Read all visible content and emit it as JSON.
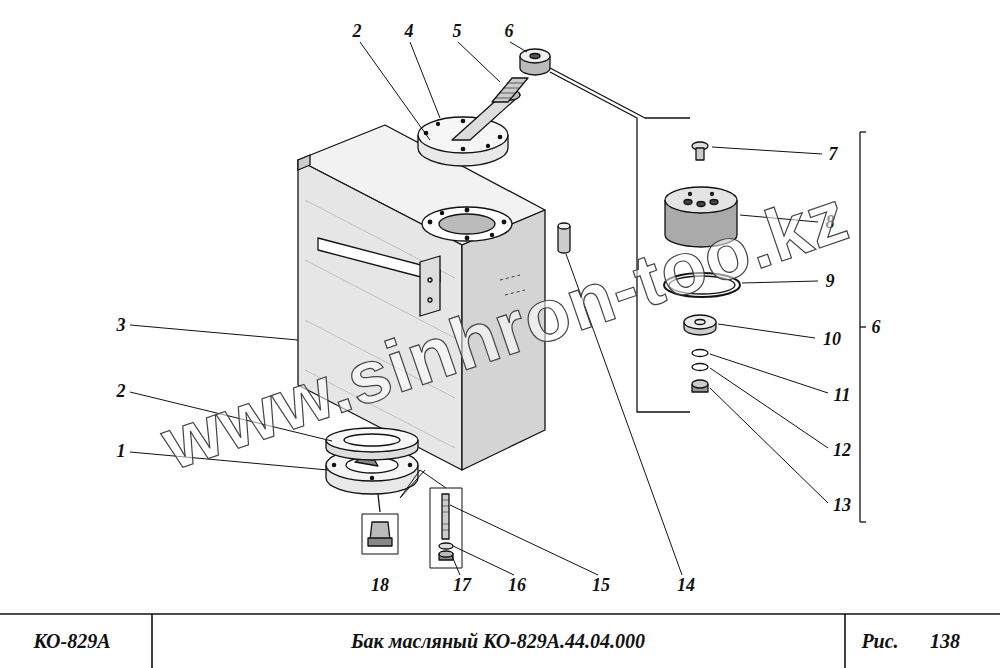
{
  "diagram": {
    "title": "Бак масляный КО-829А.44.04.000",
    "labels": [
      "2",
      "4",
      "5",
      "6",
      "7",
      "8",
      "9",
      "10",
      "6",
      "11",
      "12",
      "13",
      "3",
      "2",
      "1",
      "18",
      "17",
      "16",
      "15",
      "14",
      "КО-829А",
      "Рис.",
      "138",
      "www.sinhron-too.kz"
    ]
  }
}
